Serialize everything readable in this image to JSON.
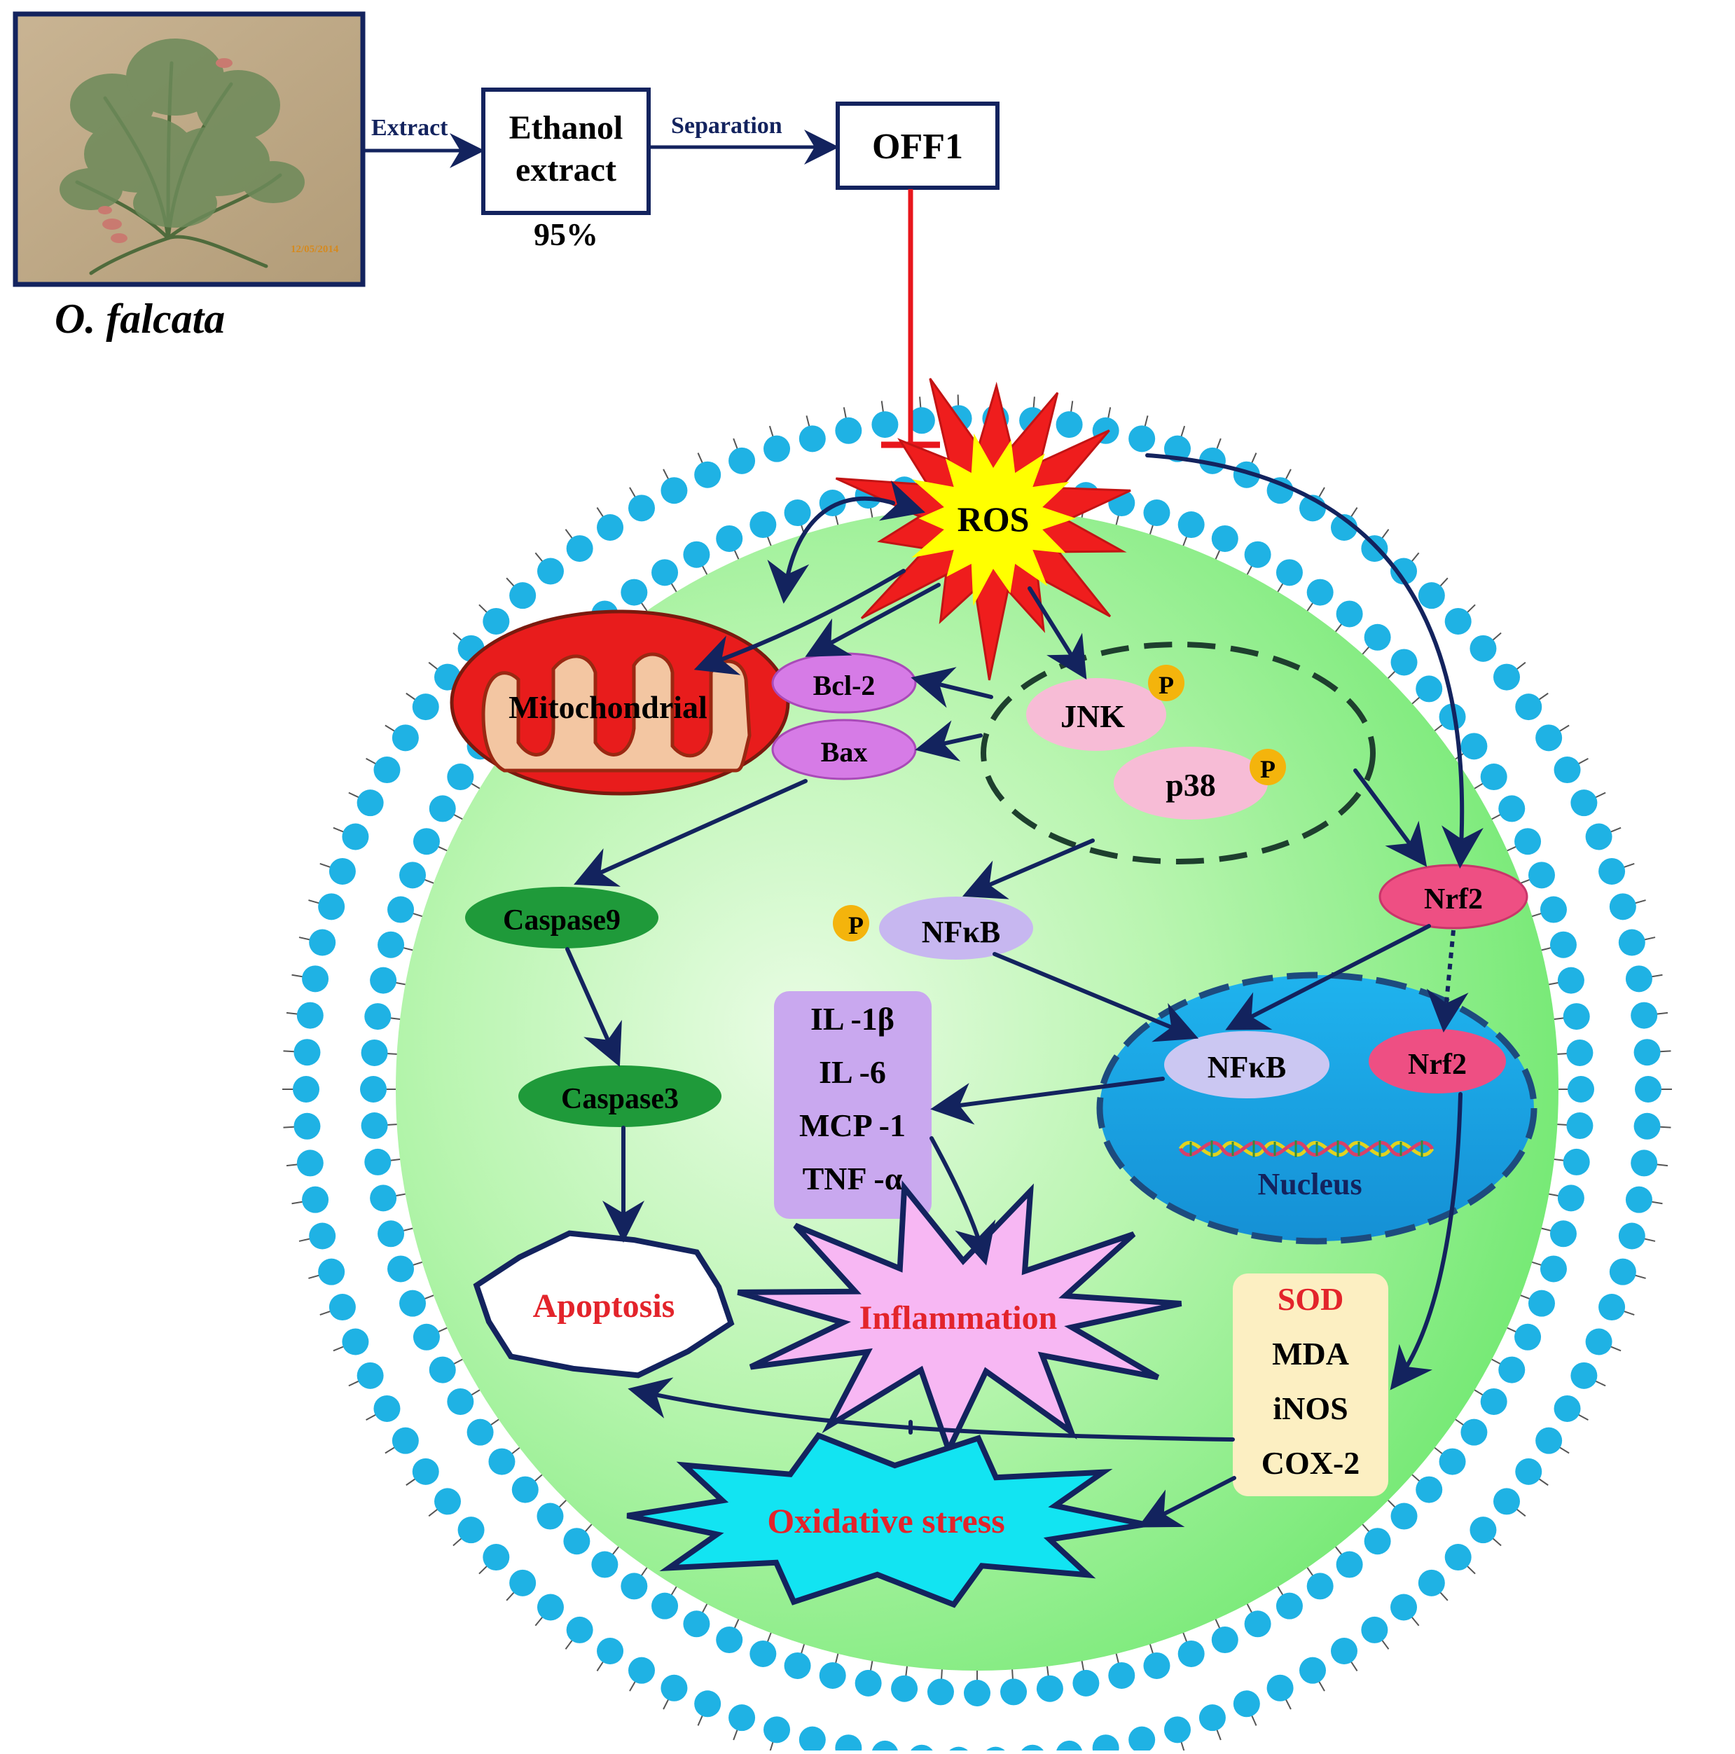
{
  "source": {
    "species_label": "O. falcata",
    "photo_stamp": "12/05/2014",
    "step1_label": "Extract",
    "step1_box_line1": "Ethanol",
    "step1_box_line2": "extract",
    "step1_box_sub": "95%",
    "step2_label": "Separation",
    "step2_box": "OFF1"
  },
  "cell": {
    "ros": "ROS",
    "mitochondrial": "Mitochondrial",
    "bcl2": "Bcl-2",
    "bax": "Bax",
    "jnk": "JNK",
    "p38": "p38",
    "phospho": "P",
    "nfkb": "NFκB",
    "nrf2": "Nrf2",
    "caspase9": "Caspase9",
    "caspase3": "Caspase3",
    "cytokines": [
      "IL -1β",
      "IL -6",
      "MCP -1",
      "TNF -α"
    ],
    "nucleus_nfkb": "NFκB",
    "nucleus_nrf2": "Nrf2",
    "nucleus": "Nucleus",
    "apoptosis": "Apoptosis",
    "inflammation": "Inflammation",
    "oxidative_stress": "Oxidative stress",
    "markers": [
      "SOD",
      "MDA",
      "iNOS",
      "COX-2"
    ]
  },
  "colors": {
    "navy": "#13235e",
    "inhibit_red": "#e8161c",
    "outcome_red": "#e3242b",
    "membrane_blue": "#1fb2e4",
    "cytoplasm_green": "#8ef28a",
    "mito_red": "#e81c1c",
    "mito_inner": "#f3c6a2",
    "bcl_purple": "#d67be6",
    "pink": "#f7bcd6",
    "nrf_pink": "#ee4f83",
    "nfkb_lavender": "#c7b7f0",
    "caspase_green": "#1f9a3a",
    "cytokine_box": "#c9a8ef",
    "nucleus_blue": "#19a4e6",
    "inflammation_fill": "#f7b7f3",
    "oxidative_fill": "#12e4f2",
    "marker_box": "#fcefc2",
    "phospho_orange": "#f4b40c"
  }
}
